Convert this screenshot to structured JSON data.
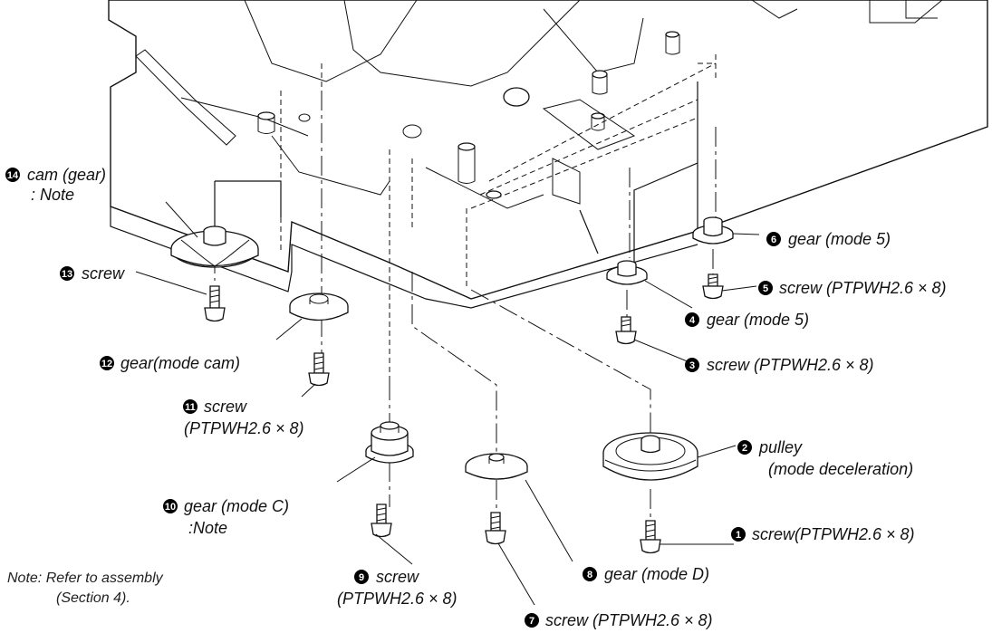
{
  "callouts": [
    {
      "num": "1",
      "line1": "screw(PTPWH2.6 × 8)",
      "line2": ""
    },
    {
      "num": "2",
      "line1": "pulley",
      "line2": "(mode deceleration)"
    },
    {
      "num": "3",
      "line1": "screw (PTPWH2.6 × 8)",
      "line2": ""
    },
    {
      "num": "4",
      "line1": "gear (mode 5)",
      "line2": ""
    },
    {
      "num": "5",
      "line1": "screw (PTPWH2.6 × 8)",
      "line2": ""
    },
    {
      "num": "6",
      "line1": "gear (mode 5)",
      "line2": ""
    },
    {
      "num": "7",
      "line1": "screw (PTPWH2.6 × 8)",
      "line2": ""
    },
    {
      "num": "8",
      "line1": "gear (mode D)",
      "line2": ""
    },
    {
      "num": "9",
      "line1": "screw",
      "line2": "(PTPWH2.6 × 8)"
    },
    {
      "num": "10",
      "line1": "gear (mode C)",
      "line2": ":Note"
    },
    {
      "num": "11",
      "line1": "screw",
      "line2": "(PTPWH2.6 × 8)"
    },
    {
      "num": "12",
      "line1": "gear(mode cam)",
      "line2": ""
    },
    {
      "num": "13",
      "line1": "screw",
      "line2": ""
    },
    {
      "num": "14",
      "line1": "cam (gear)",
      "line2": ": Note"
    }
  ],
  "note": {
    "line1": "Note: Refer to assembly",
    "line2": "(Section 4)."
  }
}
